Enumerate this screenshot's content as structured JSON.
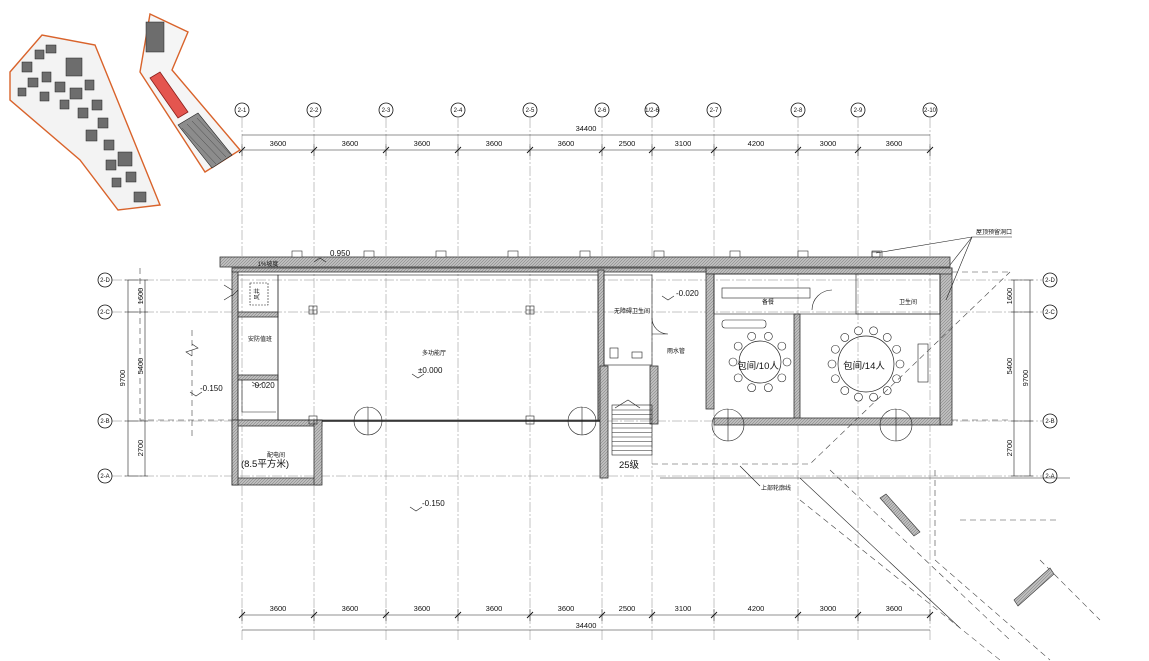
{
  "grid_axes_top": [
    "2-1",
    "2-2",
    "2-3",
    "2-4",
    "2-5",
    "2-6",
    "1/2-6",
    "2-7",
    "2-8",
    "2-9",
    "2-10"
  ],
  "grid_axes_side": [
    "2-D",
    "2-C",
    "2-B",
    "2-A"
  ],
  "dims_spans": [
    "3600",
    "3600",
    "3600",
    "3600",
    "3600",
    "2500",
    "3100",
    "4200",
    "3000",
    "3600"
  ],
  "dim_total": "34400",
  "dims_left": [
    "1600",
    "5400",
    "2700"
  ],
  "dim_left_total": "9700",
  "dims_right": [
    "1600",
    "5400",
    "2700"
  ],
  "dim_right_total": "9700",
  "elevations": {
    "roof_edge": "0.950",
    "hall": "±0.000",
    "west_room": "-0.020",
    "east_corridor": "-0.020",
    "left_outside": "-0.150",
    "south_outside": "-0.150"
  },
  "rooms": {
    "main_hall": "多功能厅",
    "duty_room": "安防值班",
    "distribution_room": "配电间",
    "distribution_area": "(8.5平方米)",
    "accessible_wc": "无障碍卫生间",
    "storage": "备餐",
    "toilet": "卫生间",
    "private_room_10": "包间/10人",
    "private_room_14": "包间/14人",
    "stair_note": "雨水管",
    "steps": "25级",
    "ramp_note": "上部轮廓线",
    "legend_note": "屋顶预留洞口",
    "roof_strip": "1%坡度",
    "shaft": "风井"
  },
  "colors": {
    "site_outline": "#d9632b",
    "highlight": "#e4554f",
    "wall_fill": "#9a9a9a",
    "ink": "#111111"
  }
}
